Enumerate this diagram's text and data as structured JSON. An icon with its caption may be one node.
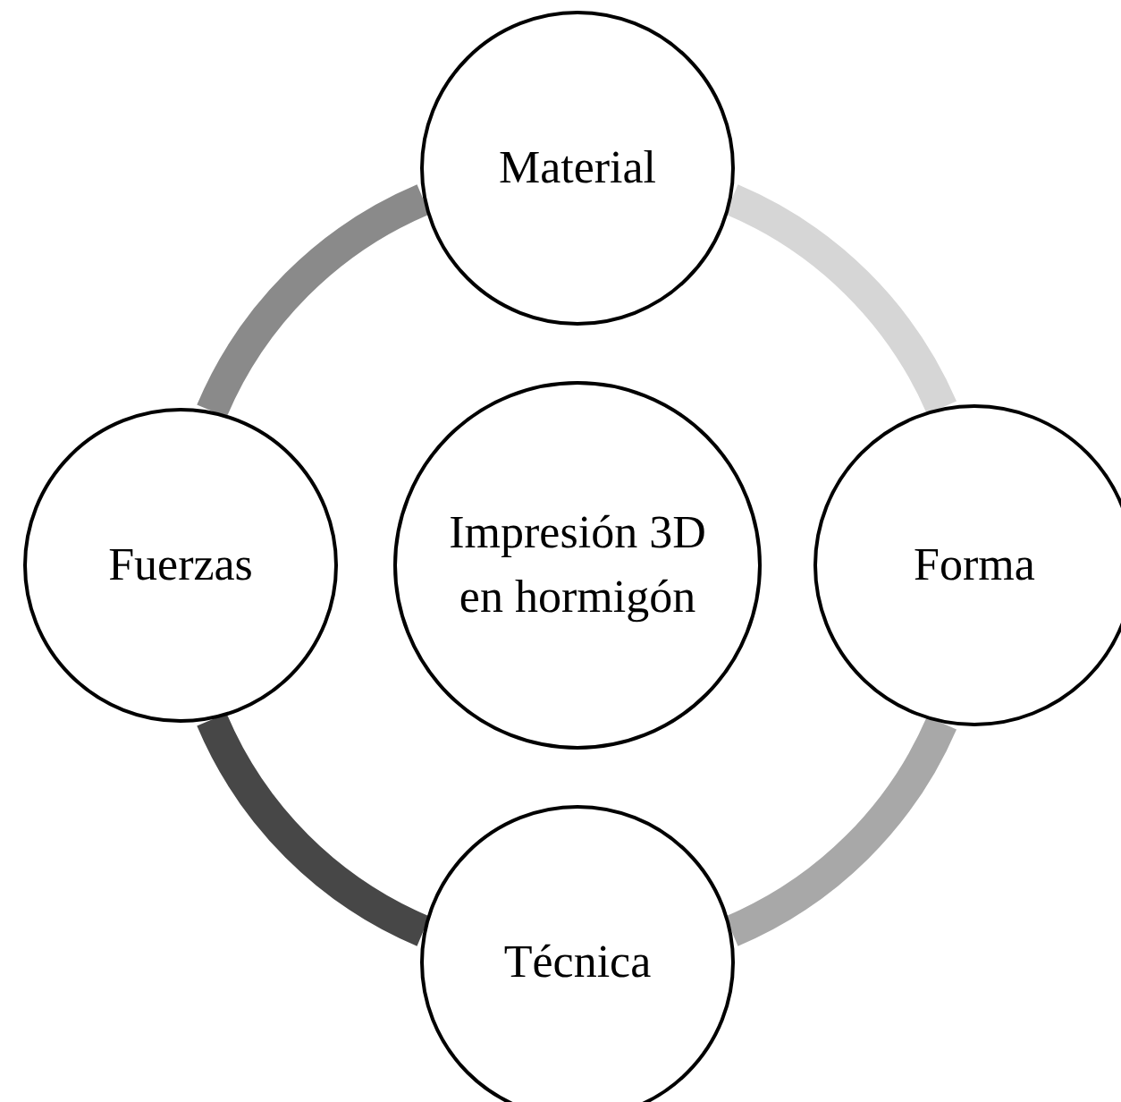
{
  "diagram": {
    "nodes": [
      {
        "text": [
          "Material"
        ]
      },
      {
        "text": [
          "Fuerzas"
        ]
      },
      {
        "text": [
          "Impresión 3D en hormigón"
        ]
      },
      {
        "text": [
          "Forma"
        ]
      },
      {
        "text": [
          "Técnica"
        ]
      }
    ],
    "edges": [
      {
        "from": 0,
        "to": 3,
        "arrow": "none",
        "color": "#d6d6d6"
      },
      {
        "from": 3,
        "to": 4,
        "arrow": "none",
        "color": "#a8a8a8"
      },
      {
        "from": 4,
        "to": 1,
        "arrow": "none",
        "color": "#474747"
      },
      {
        "from": 1,
        "to": 0,
        "arrow": "none",
        "color": "#8a8a8a"
      }
    ]
  }
}
